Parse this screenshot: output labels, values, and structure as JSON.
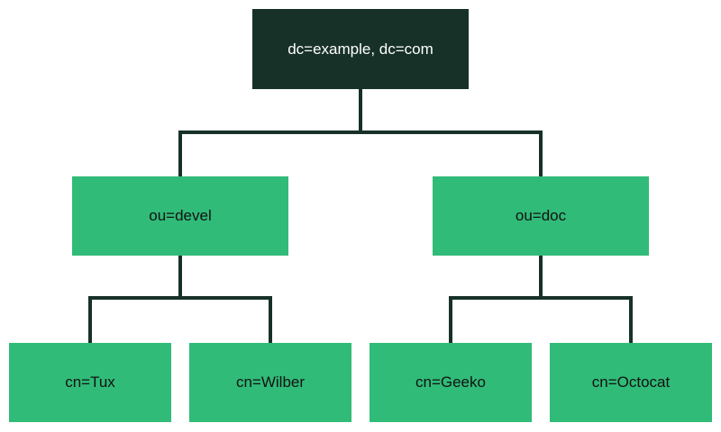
{
  "tree": {
    "root": "dc=example, dc=com",
    "ou_devel": "ou=devel",
    "ou_doc": "ou=doc",
    "cn_tux": "cn=Tux",
    "cn_wilber": "cn=Wilber",
    "cn_geeko": "cn=Geeko",
    "cn_octocat": "cn=Octocat"
  },
  "colors": {
    "root_fill": "#173128",
    "node_fill": "#30bb78",
    "connector": "#173128"
  }
}
